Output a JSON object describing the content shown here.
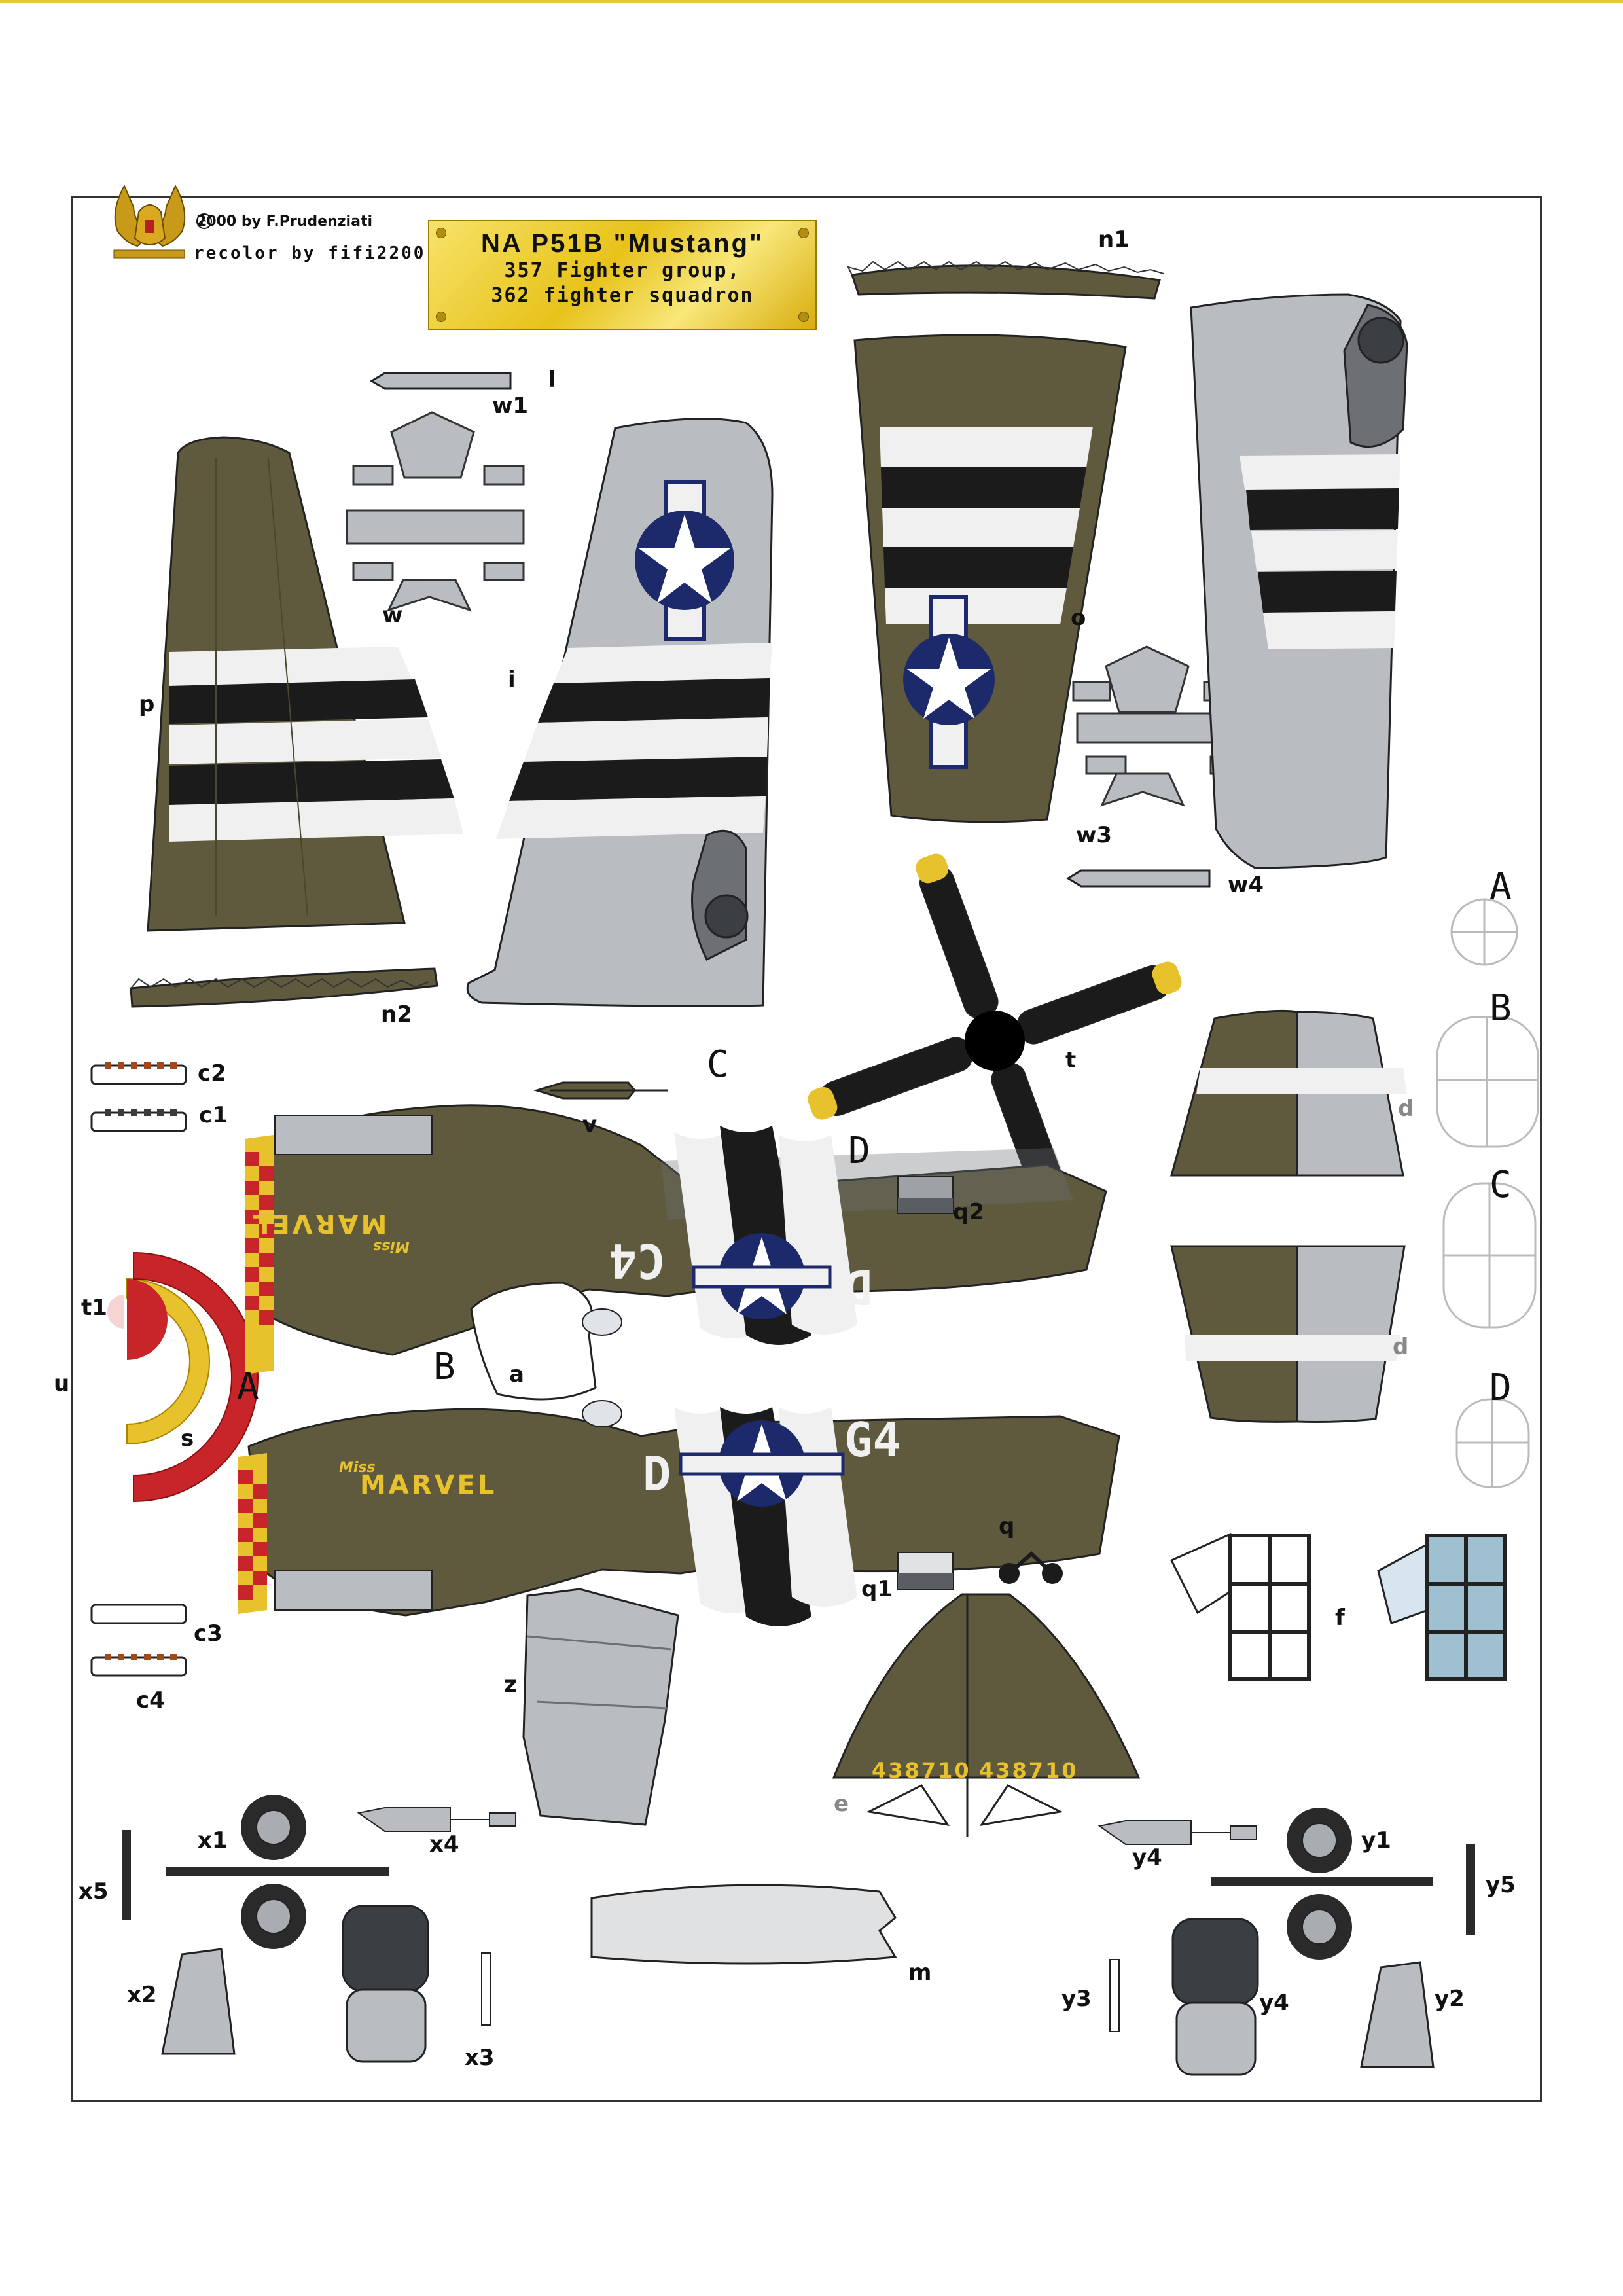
{
  "header": {
    "copyright": "2000 by F.Prudenziati",
    "recolor": "recolor by fifi2200",
    "plate_title": "NA P51B \"Mustang\"",
    "plate_line1": "357 Fighter group,",
    "plate_line2": "362 fighter squadron"
  },
  "colors": {
    "olive": "#5f5a3e",
    "stripe_black": "#1b1b1b",
    "stripe_white": "#f0f0f0",
    "aluminium": "#b9bcc0",
    "insignia_blue": "#1c2a6b",
    "checker_red": "#c8252a",
    "checker_yellow": "#e8c22c",
    "frame_accent": "#e8c640"
  },
  "part_labels": {
    "p": "p",
    "i": "i",
    "o": "o",
    "w": "w",
    "w1": "w1",
    "w3": "w3",
    "w4": "w4",
    "l": "l",
    "n1": "n1",
    "n2": "n2",
    "t": "t",
    "c1": "c1",
    "c2": "c2",
    "c3": "c3",
    "c4": "c4",
    "v": "v",
    "t1": "t1",
    "u": "u",
    "s": "s",
    "a": "a",
    "q": "q",
    "q1": "q1",
    "q2": "q2",
    "z": "z",
    "e": "e",
    "f": "f",
    "m": "m",
    "x1": "x1",
    "x2": "x2",
    "x3": "x3",
    "x4": "x4",
    "x5": "x5",
    "y1": "y1",
    "y2": "y2",
    "y3": "y3",
    "y4a": "y4",
    "y4b": "y4",
    "y5": "y5",
    "d1": "d",
    "d2": "d"
  },
  "section_marks": {
    "A": "A",
    "B": "B",
    "C": "C",
    "D": "D",
    "fuse_A": "A",
    "fuse_B": "B",
    "fuse_C": "C",
    "fuse_D": "D"
  },
  "aircraft_markings": {
    "nose_name_left": "MARVEL",
    "nose_name_right": "MARVEL",
    "nose_script_left": "Miss",
    "nose_script_right": "Miss",
    "code_top": "C4",
    "code_top_letter": "D",
    "code_bottom": "G4",
    "code_bottom_letter": "D",
    "serial_left": "438710",
    "serial_right": "438710"
  }
}
